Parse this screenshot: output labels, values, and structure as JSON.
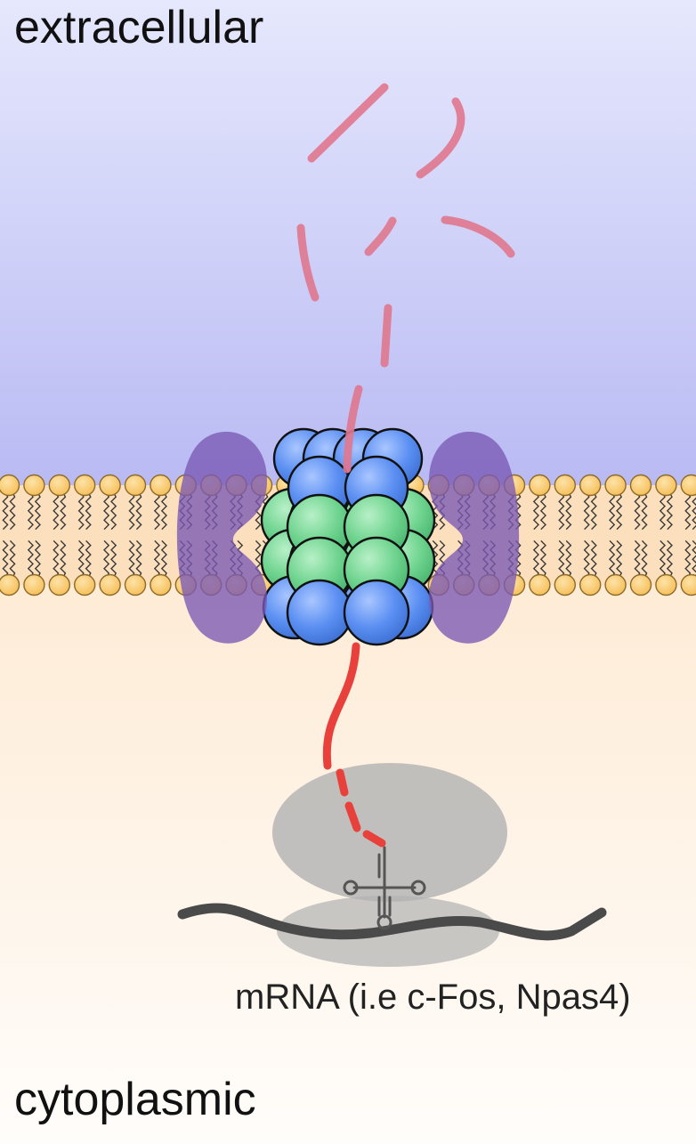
{
  "labels": {
    "extracellular": "extracellular",
    "cytoplasmic": "cytoplasmic",
    "mrna": "mRNA (i.e c-Fos, Npas4)"
  },
  "colors": {
    "extracellular_top": "#e6e8fd",
    "extracellular_bottom": "#b9baf3",
    "cytoplasm_top": "#fde8cf",
    "cytoplasm_bottom": "#fffdfb",
    "membrane_band": "#fce0bd",
    "lipid_head": "#f6bd55",
    "lipid_head_stroke": "#8c6a2a",
    "lipid_tail": "#3a3a3a",
    "auxiliary_protein": "#7a58b4",
    "proteasome_cap": "#5b8ff2",
    "proteasome_core": "#6fd48f",
    "peptide_extracellular": "#e0778e",
    "peptide_intracellular": "#e8413b",
    "ribosome": "#b3b3b3",
    "mrna_strand": "#4a4a4a",
    "trna": "#555555"
  },
  "icons": {
    "membrane": "lipid-bilayer",
    "complex": "proteasome-barrel",
    "ribosome": "ribosome-blob",
    "trna": "trna-cloverleaf"
  }
}
